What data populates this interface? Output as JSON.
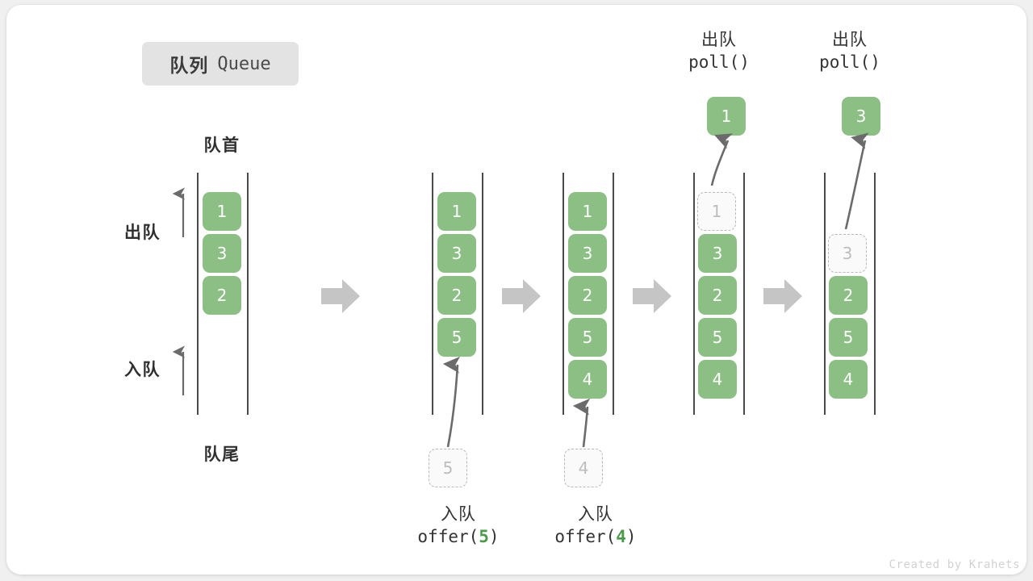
{
  "title": {
    "cn": "队列",
    "en": "Queue"
  },
  "labels": {
    "head": "队首",
    "tail": "队尾",
    "dequeue": "出队",
    "enqueue": "入队"
  },
  "watermark": "Created by Krahets",
  "colors": {
    "cell_green": "#8bbf84",
    "cell_text": "#ffffff",
    "ghost_border": "#b8b8b8",
    "ghost_text": "#bdbdbd",
    "rail": "#4a4a4a",
    "arrow_gray": "#c5c5c5",
    "thin_arrow": "#6b6b6b",
    "badge_bg": "#e3e3e3",
    "code_accent": "#4a9a4a"
  },
  "steps": [
    {
      "id": "initial",
      "cells": [
        {
          "value": "1",
          "state": "filled"
        },
        {
          "value": "3",
          "state": "filled"
        },
        {
          "value": "2",
          "state": "filled"
        }
      ],
      "side_labels": {
        "top": "出队",
        "bottom": "入队"
      },
      "head_label": "队首",
      "tail_label": "队尾"
    },
    {
      "id": "offer-5",
      "cells": [
        {
          "value": "1",
          "state": "filled"
        },
        {
          "value": "3",
          "state": "filled"
        },
        {
          "value": "2",
          "state": "filled"
        },
        {
          "value": "5",
          "state": "filled"
        }
      ],
      "incoming": {
        "value": "5",
        "state": "ghost"
      },
      "op": {
        "cn": "入队",
        "fn": "offer(",
        "arg": "5",
        "close": ")"
      }
    },
    {
      "id": "offer-4",
      "cells": [
        {
          "value": "1",
          "state": "filled"
        },
        {
          "value": "3",
          "state": "filled"
        },
        {
          "value": "2",
          "state": "filled"
        },
        {
          "value": "5",
          "state": "filled"
        },
        {
          "value": "4",
          "state": "filled"
        }
      ],
      "incoming": {
        "value": "4",
        "state": "ghost"
      },
      "op": {
        "cn": "入队",
        "fn": "offer(",
        "arg": "4",
        "close": ")"
      }
    },
    {
      "id": "poll-1",
      "cells": [
        {
          "value": "1",
          "state": "ghost"
        },
        {
          "value": "3",
          "state": "filled"
        },
        {
          "value": "2",
          "state": "filled"
        },
        {
          "value": "5",
          "state": "filled"
        },
        {
          "value": "4",
          "state": "filled"
        }
      ],
      "outgoing": {
        "value": "1",
        "state": "filled"
      },
      "op": {
        "cn": "出队",
        "fn": "poll(",
        "arg": "",
        "close": ")"
      }
    },
    {
      "id": "poll-3",
      "cells": [
        {
          "value": "",
          "state": "empty"
        },
        {
          "value": "3",
          "state": "ghost"
        },
        {
          "value": "2",
          "state": "filled"
        },
        {
          "value": "5",
          "state": "filled"
        },
        {
          "value": "4",
          "state": "filled"
        }
      ],
      "outgoing": {
        "value": "3",
        "state": "filled"
      },
      "op": {
        "cn": "出队",
        "fn": "poll(",
        "arg": "",
        "close": ")"
      }
    }
  ],
  "separators": [
    {
      "id": "sep-1"
    },
    {
      "id": "sep-2"
    },
    {
      "id": "sep-3"
    },
    {
      "id": "sep-4"
    }
  ]
}
